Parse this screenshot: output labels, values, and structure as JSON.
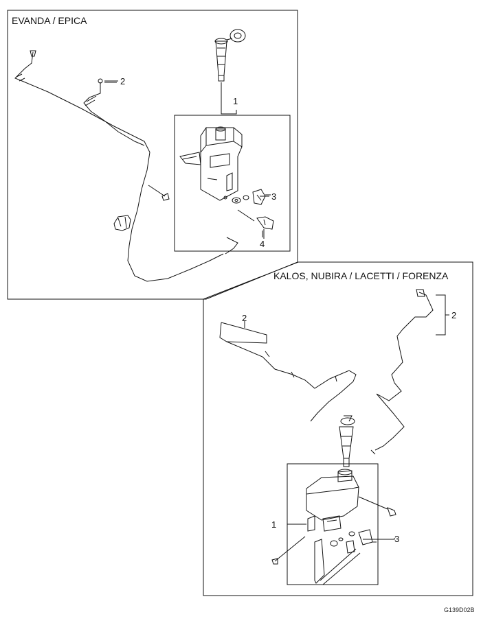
{
  "panels": {
    "top": {
      "title": "EVANDA / EPICA",
      "callouts": {
        "reservoir": "1",
        "hose": "2",
        "pump": "3",
        "grommet": "4"
      }
    },
    "bottom": {
      "title": "KALOS, NUBIRA / LACETTI / FORENZA",
      "callouts": {
        "reservoir": "1",
        "hose_left": "2",
        "hose_right": "2",
        "pump": "3"
      }
    }
  },
  "figure_code": "G139D02B"
}
